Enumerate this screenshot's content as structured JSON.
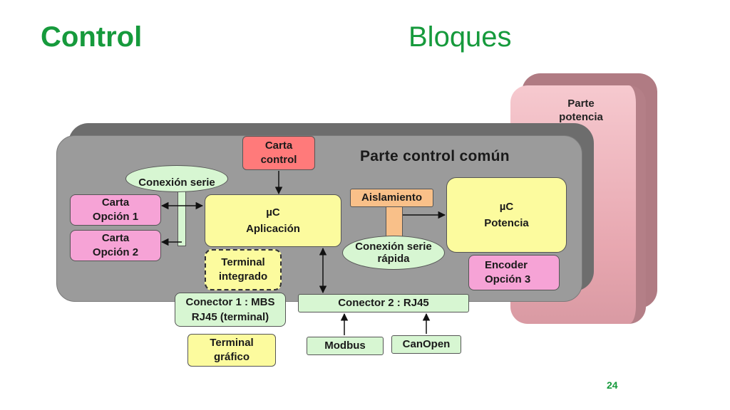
{
  "title": {
    "left": "Control",
    "right": "Bloques"
  },
  "panels": {
    "power": "Parte\npotencia",
    "control": "Parte control común"
  },
  "blocks": {
    "carta_control": "Carta\ncontrol",
    "conexion_serie": "Conexión serie",
    "carta_opcion_1": "Carta\nOpción 1",
    "carta_opcion_2": "Carta\nOpción 2",
    "uc_aplicacion": "µC\nAplicación",
    "aislamiento": "Aislamiento",
    "uc_potencia": "µC\nPotencia",
    "conexion_serie_rapida": "Conexión serie\nrápida",
    "terminal_integrado": "Terminal\nintegrado",
    "encoder_opcion_3": "Encoder\nOpción 3",
    "conector_1": "Conector 1 : MBS\nRJ45 (terminal)",
    "conector_2": "Conector 2 : RJ45",
    "terminal_grafico": "Terminal\ngráfico",
    "modbus": "Modbus",
    "canopen": "CanOpen"
  },
  "page_number": "24",
  "colors": {
    "title_green": "#169a3c",
    "option_pink": "#f6a3d6",
    "processor_yellow": "#fcfb9e",
    "connector_green": "#d7f6d2",
    "control_card_red": "#ff7a7a",
    "isolation_orange": "#f9c089",
    "panel_gray": "#9b9b9b",
    "power_pink": "#f6c9cf"
  }
}
